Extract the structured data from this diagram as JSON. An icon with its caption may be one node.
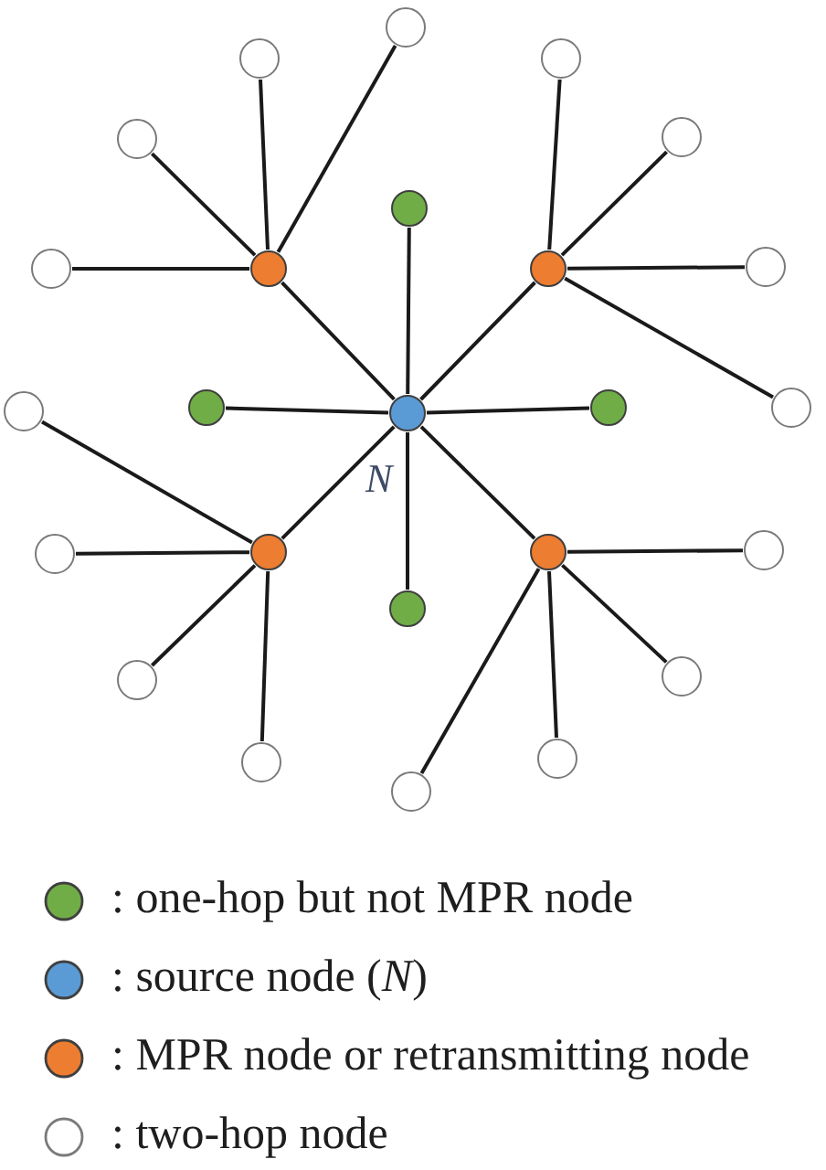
{
  "diagram": {
    "nodes": [
      {
        "text": [],
        "shape": "circle"
      },
      {
        "text": [],
        "shape": "circle"
      },
      {
        "text": [],
        "shape": "circle"
      },
      {
        "text": [],
        "shape": "circle"
      },
      {
        "text": [],
        "shape": "circle"
      },
      {
        "text": [],
        "shape": "circle"
      },
      {
        "text": [],
        "shape": "circle"
      },
      {
        "text": [],
        "shape": "circle"
      },
      {
        "text": [],
        "shape": "circle"
      },
      {
        "text": [],
        "shape": "circle"
      },
      {
        "text": [],
        "shape": "circle"
      },
      {
        "text": [],
        "shape": "circle"
      },
      {
        "text": [],
        "shape": "circle",
        "beside": [
          "N"
        ]
      },
      {
        "text": [],
        "shape": "circle"
      },
      {
        "text": [],
        "shape": "circle"
      },
      {
        "text": [],
        "shape": "circle"
      },
      {
        "text": [],
        "shape": "circle"
      },
      {
        "text": [],
        "shape": "circle"
      },
      {
        "text": [],
        "shape": "circle"
      },
      {
        "text": [],
        "shape": "circle"
      },
      {
        "text": [],
        "shape": "circle"
      },
      {
        "text": [],
        "shape": "circle"
      },
      {
        "text": [],
        "shape": "circle"
      },
      {
        "text": [],
        "shape": "circle"
      },
      {
        "text": [],
        "shape": "circle"
      }
    ],
    "edges": [
      {
        "from": 12,
        "to": 5,
        "arrow": "none"
      },
      {
        "from": 12,
        "to": 11,
        "arrow": "none"
      },
      {
        "from": 12,
        "to": 13,
        "arrow": "none"
      },
      {
        "from": 12,
        "to": 19,
        "arrow": "none"
      },
      {
        "from": 12,
        "to": 7,
        "arrow": "none"
      },
      {
        "from": 12,
        "to": 8,
        "arrow": "none"
      },
      {
        "from": 12,
        "to": 16,
        "arrow": "none"
      },
      {
        "from": 12,
        "to": 17,
        "arrow": "none"
      },
      {
        "from": 7,
        "to": 0,
        "arrow": "none"
      },
      {
        "from": 7,
        "to": 1,
        "arrow": "none"
      },
      {
        "from": 7,
        "to": 3,
        "arrow": "none"
      },
      {
        "from": 7,
        "to": 6,
        "arrow": "none"
      },
      {
        "from": 8,
        "to": 2,
        "arrow": "none"
      },
      {
        "from": 8,
        "to": 4,
        "arrow": "none"
      },
      {
        "from": 8,
        "to": 9,
        "arrow": "none"
      },
      {
        "from": 8,
        "to": 14,
        "arrow": "none"
      },
      {
        "from": 16,
        "to": 10,
        "arrow": "none"
      },
      {
        "from": 16,
        "to": 15,
        "arrow": "none"
      },
      {
        "from": 16,
        "to": 20,
        "arrow": "none"
      },
      {
        "from": 16,
        "to": 22,
        "arrow": "none"
      },
      {
        "from": 17,
        "to": 18,
        "arrow": "none"
      },
      {
        "from": 17,
        "to": 21,
        "arrow": "none"
      },
      {
        "from": 17,
        "to": 23,
        "arrow": "none"
      },
      {
        "from": 17,
        "to": 24,
        "arrow": "none"
      }
    ],
    "legend": [
      {
        "text": ": one-hop but not MPR node",
        "color": "#70ad47"
      },
      {
        "text": ": source node (*N*)",
        "color": "#5b9bd5"
      },
      {
        "text": ": MPR node or retransmitting node",
        "color": "#ed7d31"
      },
      {
        "text": ": two-hop node"
      }
    ]
  }
}
